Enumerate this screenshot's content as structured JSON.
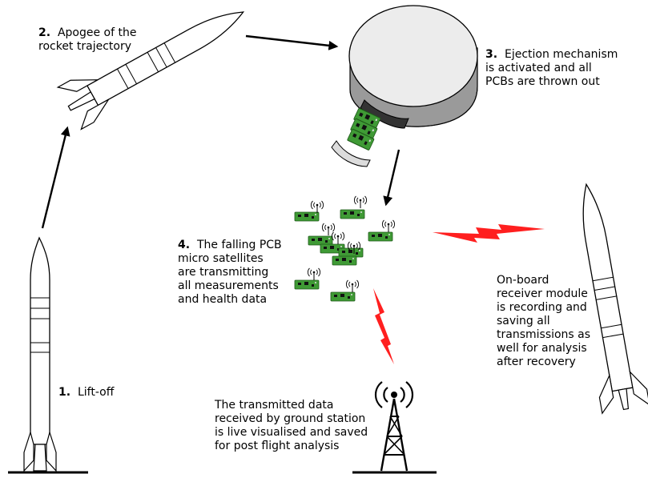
{
  "labels": {
    "step1": {
      "num": "1.",
      "text": "Lift-off"
    },
    "step2": {
      "num": "2.",
      "lines": [
        "Apogee of the",
        "rocket trajectory"
      ]
    },
    "step3": {
      "num": "3.",
      "lines": [
        "Ejection mechanism",
        "is activated and all",
        "PCBs are thrown out"
      ]
    },
    "step4": {
      "num": "4.",
      "lines": [
        "The falling PCB",
        "micro satellites",
        "are transmitting",
        "all measurements",
        "and health data"
      ]
    },
    "ground": {
      "lines": [
        "The transmitted data",
        "received by ground station",
        "is live visualised and saved",
        "for post flight analysis"
      ]
    },
    "onboard": {
      "lines": [
        "On-board",
        "receiver module",
        "is recording and",
        "saving all",
        "transmissions as",
        "well for analysis",
        "after recovery"
      ]
    }
  },
  "colors": {
    "pcb_green": "#3f9a35",
    "pcb_dark": "#1f5a1a",
    "lightning_red": "#ff1f1f",
    "canister_light": "#ececec",
    "canister_side": "#9a9a9a",
    "ground_line": "#000000"
  }
}
